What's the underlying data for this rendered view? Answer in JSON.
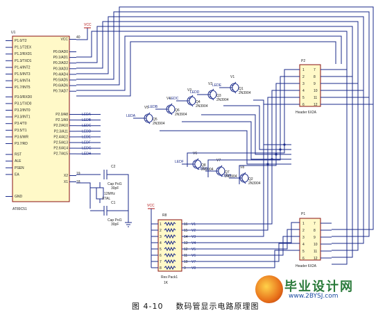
{
  "caption": {
    "figure_no": "图 4-10",
    "title": "数码管显示电路原理图"
  },
  "watermark": {
    "title": "毕业设计网",
    "url": "www.2BYSJ.com"
  },
  "u1": {
    "ref": "U1",
    "part": "AT89C51",
    "left_pins": [
      "P1.0/T2",
      "P1.1/T2EX",
      "P1.2/RXD1",
      "P1.3/TXD1",
      "P1.4/INT2",
      "P1.5/INT3",
      "P1.6/INT4",
      "P1.7/INT5",
      "P3.0/RXD0",
      "P3.1/TXD0",
      "P3.2/INT0",
      "P3.3/INT1",
      "P3.4/T0",
      "P3.5/T1",
      "P3.6/WR",
      "P3.7/RD",
      "RST",
      "ALE",
      "PSEN",
      "EA",
      "GND"
    ],
    "right_pins": [
      "VCC",
      "P0.0/AD0",
      "P0.1/AD1",
      "P0.2/AD2",
      "P0.3/AD3",
      "P0.4/AD4",
      "P0.5/AD5",
      "P0.6/AD6",
      "P0.7/AD7",
      "P2.0/A8",
      "P2.1/A9",
      "P2.2/A10",
      "P2.3/A11",
      "P2.4/A12",
      "P2.5/A13",
      "P2.6/A14",
      "P2.7/A15",
      "X2",
      "X1"
    ],
    "pin_vcc": "40",
    "pin_x2": "19",
    "pin_x1": "18"
  },
  "vcc_label": "VCC",
  "led_nets": [
    "LEDA",
    "LEDB",
    "LEDC",
    "LEDD",
    "LEDE",
    "LEDF",
    "LEDG",
    "LEDH"
  ],
  "transistors": [
    {
      "ref": "Q5",
      "part": "2N3904",
      "net": "LEDA",
      "v": "V5"
    },
    {
      "ref": "Q6",
      "part": "2N3904",
      "net": "LEDB",
      "v": "V4"
    },
    {
      "ref": "Q4",
      "part": "2N3904",
      "net": "LEDC",
      "v": "V3"
    },
    {
      "ref": "Q3",
      "part": "2N3904",
      "net": "LEDD",
      "v": "V2"
    },
    {
      "ref": "Q1",
      "part": "2N3904",
      "net": "LEDE",
      "v": "V1"
    },
    {
      "ref": "Q8",
      "part": "2N3904",
      "net": "LEDF",
      "v": "V6"
    },
    {
      "ref": "Q7",
      "part": "2N3904",
      "net": "LEDG",
      "v": "V7"
    },
    {
      "ref": "Q2",
      "part": "2N3904",
      "net": "LEDH",
      "v": "V8"
    }
  ],
  "caps": [
    {
      "ref": "C2",
      "name": "Cap Pol1",
      "value": "30pF"
    },
    {
      "ref": "C1",
      "name": "Cap Pol1",
      "value": "30pF"
    }
  ],
  "crystal": {
    "ref": "XTAL",
    "value": "12MHz"
  },
  "respack": {
    "ref": "R8",
    "name": "Res Pack1",
    "value": "1K",
    "pins_left": [
      "1",
      "2",
      "3",
      "4",
      "5",
      "6",
      "7",
      "8"
    ],
    "pins_right": [
      "16",
      "15",
      "14",
      "13",
      "12",
      "11",
      "10",
      "9"
    ],
    "nets": [
      "V1",
      "V2",
      "V3",
      "V4",
      "V5",
      "V6",
      "V7",
      "V8"
    ]
  },
  "p2": {
    "ref": "P2",
    "name": "Header 6X2A",
    "left": [
      "1",
      "2",
      "3",
      "4",
      "5",
      "6"
    ],
    "right": [
      "7",
      "8",
      "9",
      "10",
      "11",
      "12"
    ]
  },
  "p1": {
    "ref": "P1",
    "name": "Header 6X2A",
    "left": [
      "1",
      "2",
      "3",
      "4",
      "5",
      "6"
    ],
    "right": [
      "7",
      "8",
      "9",
      "10",
      "11",
      "12"
    ]
  }
}
